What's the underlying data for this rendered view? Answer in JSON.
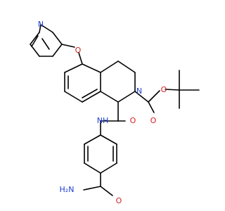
{
  "diagram": {
    "type": "chemical-structure",
    "atom_labels": {
      "N": "N",
      "O": "O",
      "NH": "NH",
      "H2N": "H₂N"
    },
    "colors": {
      "bond": "#000000",
      "nitrogen": "#1f3fd1",
      "oxygen": "#d11f1f",
      "carbon": "#000000"
    }
  }
}
